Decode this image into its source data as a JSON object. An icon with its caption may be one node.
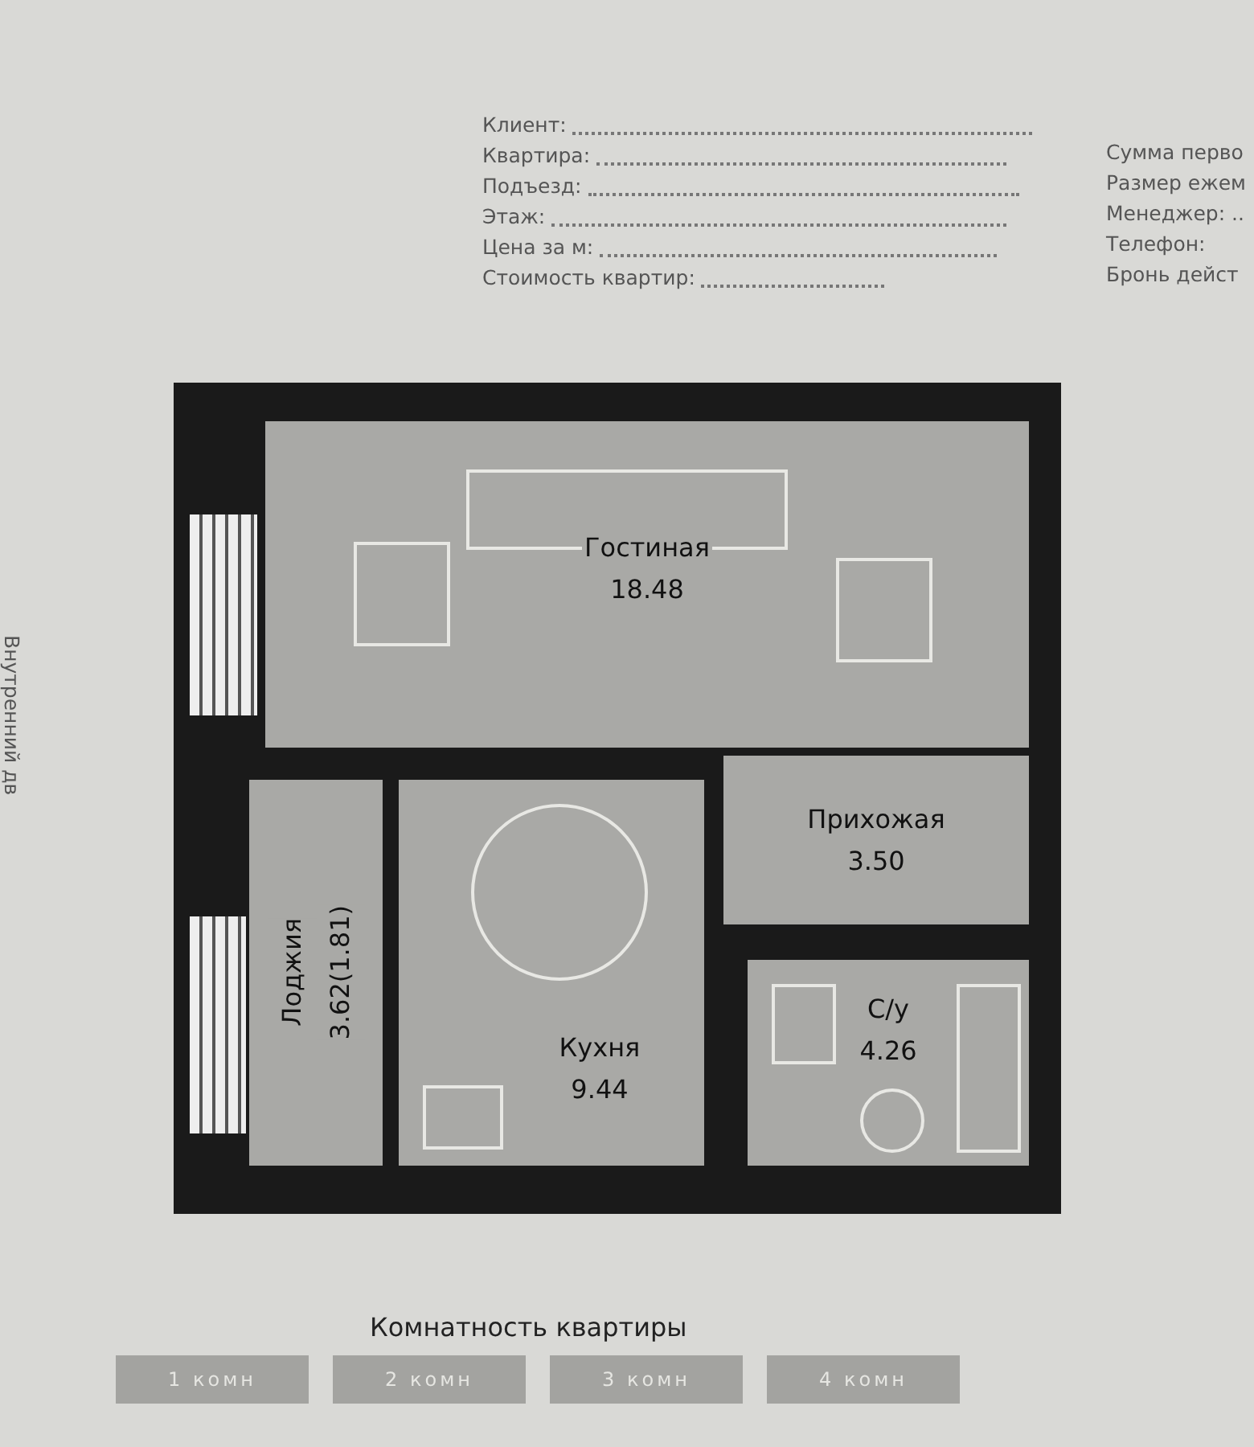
{
  "diagram": {
    "nodes": [
      {
        "text": [
          "Гостиная",
          "18.48"
        ]
      },
      {
        "text": [],
        "shape": "window"
      },
      {
        "text": [],
        "shape": "window"
      },
      {
        "text": [
          "Лоджия",
          "3.62(1.81)"
        ]
      },
      {
        "text": [
          "Кухня",
          "9.44"
        ]
      },
      {
        "text": [
          "Прихожая",
          "3.50"
        ]
      },
      {
        "text": [
          "С/у",
          "4.26"
        ]
      }
    ],
    "labels": [
      "Клиент:",
      "Квартира:",
      "Подъезд:",
      "Этаж:",
      "Цена за м:",
      "Стоимость квартир:",
      "Сумма перво",
      "Размер ежем",
      "Менеджер: ..",
      "Телефон:",
      "Бронь дейст",
      "Внутренний дв",
      "Комнатность квартиры",
      "1 комн",
      "2 комн",
      "3 комн",
      "4 комн"
    ]
  }
}
